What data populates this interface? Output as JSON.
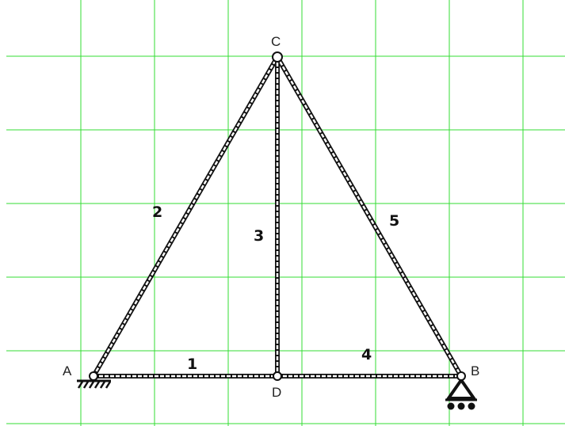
{
  "colors": {
    "grid": "#33dd33",
    "member_outer": "#111111",
    "member_inner": "#ffffff",
    "node_fill": "#ffffff",
    "ink": "#111111"
  },
  "nodes": {
    "A": "A",
    "B": "B",
    "C": "C",
    "D": "D"
  },
  "members": {
    "m1": "1",
    "m2": "2",
    "m3": "3",
    "m4": "4",
    "m5": "5"
  },
  "supports": {
    "A": "fixed-pin-hatched",
    "B": "roller-triangle"
  }
}
